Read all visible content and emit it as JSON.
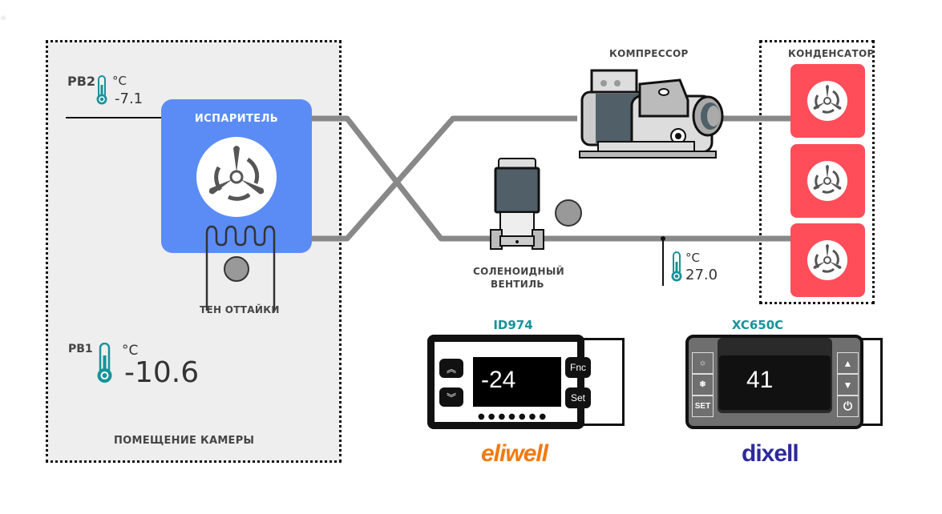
{
  "room": {
    "label": "ПОМЕЩЕНИЕ  КАМЕРЫ",
    "probe_pb2": {
      "name": "PB2",
      "unit": "°C",
      "value": "-7.1"
    },
    "probe_pb1": {
      "name": "PB1",
      "unit": "°C",
      "value": "-10.6"
    }
  },
  "evaporator": {
    "title": "ИСПАРИТЕЛЬ",
    "heater_label": "ТЕН ОТТАЙКИ"
  },
  "compressor": {
    "label": "КОМПРЕССОР"
  },
  "condenser": {
    "label": "КОНДЕНСАТОР",
    "fan_count": 3
  },
  "solenoid": {
    "label_line1": "СОЛЕНОИДНЫЙ",
    "label_line2": "ВЕНТИЛЬ"
  },
  "liquid_probe": {
    "unit": "°C",
    "value": "27.0"
  },
  "controllers": [
    {
      "model": "ID974",
      "display": "-24",
      "buttons": {
        "up": "up-double-chevron",
        "down": "down-double-chevron",
        "fnc": "Fnc",
        "set": "Set"
      },
      "led_count": 7,
      "brand": "eliwell",
      "brand_color": "#f07a10"
    },
    {
      "model": "XC650C",
      "display": "41",
      "buttons": {
        "light": "light-icon",
        "defrost": "defrost-icon",
        "set": "SET",
        "up": "up-arrow",
        "down": "down-arrow",
        "power": "power-icon"
      },
      "brand": "dixell",
      "brand_color": "#2d2a9c"
    }
  ],
  "colors": {
    "evaporator": "#5b8cf6",
    "condenser": "#ff4d5a",
    "thermometer": "#17939a",
    "pipe": "#888888",
    "room_bg": "#eeeeee"
  }
}
